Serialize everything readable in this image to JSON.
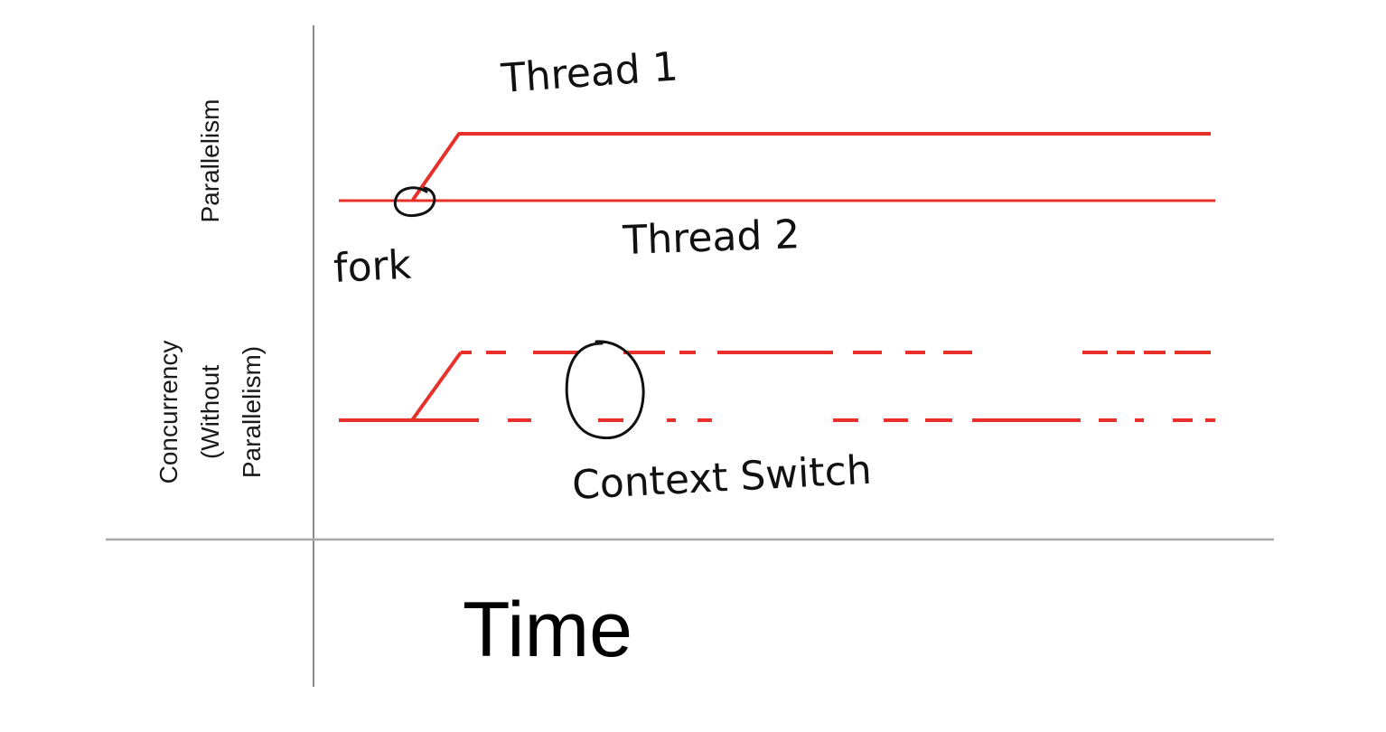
{
  "labels": {
    "parallelism": "Parallelism",
    "concurrency_line1": "Concurrency",
    "concurrency_line2": "(Without",
    "concurrency_line3": "Parallelism)",
    "thread1": "Thread 1",
    "thread2": "Thread 2",
    "fork": "fork",
    "context_switch": "Context Switch",
    "time": "Time"
  },
  "colors": {
    "thread_line": "#e8302a",
    "axis": "#9a9a9a",
    "ink": "#111111"
  }
}
